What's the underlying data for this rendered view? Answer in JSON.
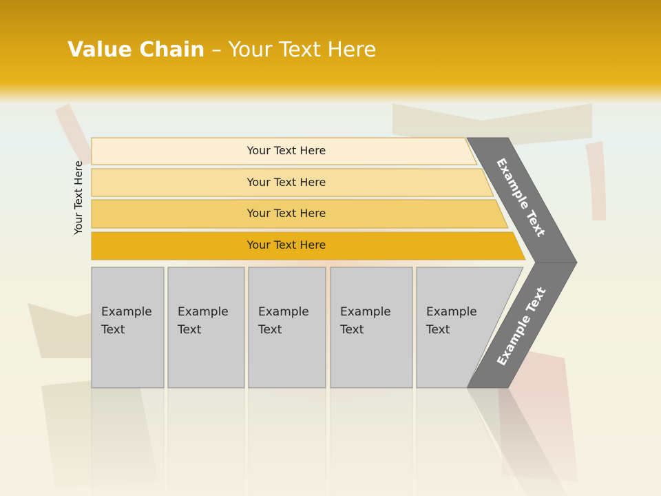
{
  "slide": {
    "title_bold": "Value Chain",
    "title_rest": " – Your Text Here",
    "vertical_label": "Your Text Here"
  },
  "bands": [
    {
      "label": "Your Text Here",
      "color": "#fbeed2"
    },
    {
      "label": "Your Text Here",
      "color": "#f7dfa1"
    },
    {
      "label": "Your Text Here",
      "color": "#f2cf6e"
    },
    {
      "label": "Your Text Here",
      "color": "#e9b21c"
    }
  ],
  "cells": [
    {
      "line1": "Example",
      "line2": "Text"
    },
    {
      "line1": "Example",
      "line2": "Text"
    },
    {
      "line1": "Example",
      "line2": "Text"
    },
    {
      "line1": "Example",
      "line2": "Text"
    },
    {
      "line1": "Example",
      "line2": "Text"
    }
  ],
  "chevron": {
    "upper_label": "Example Text",
    "lower_label": "Example Text",
    "color": "#7a7a7a"
  },
  "colors": {
    "header": "#d9a416",
    "cell_fill": "#cccccc",
    "cell_border": "#8e8e8e"
  }
}
